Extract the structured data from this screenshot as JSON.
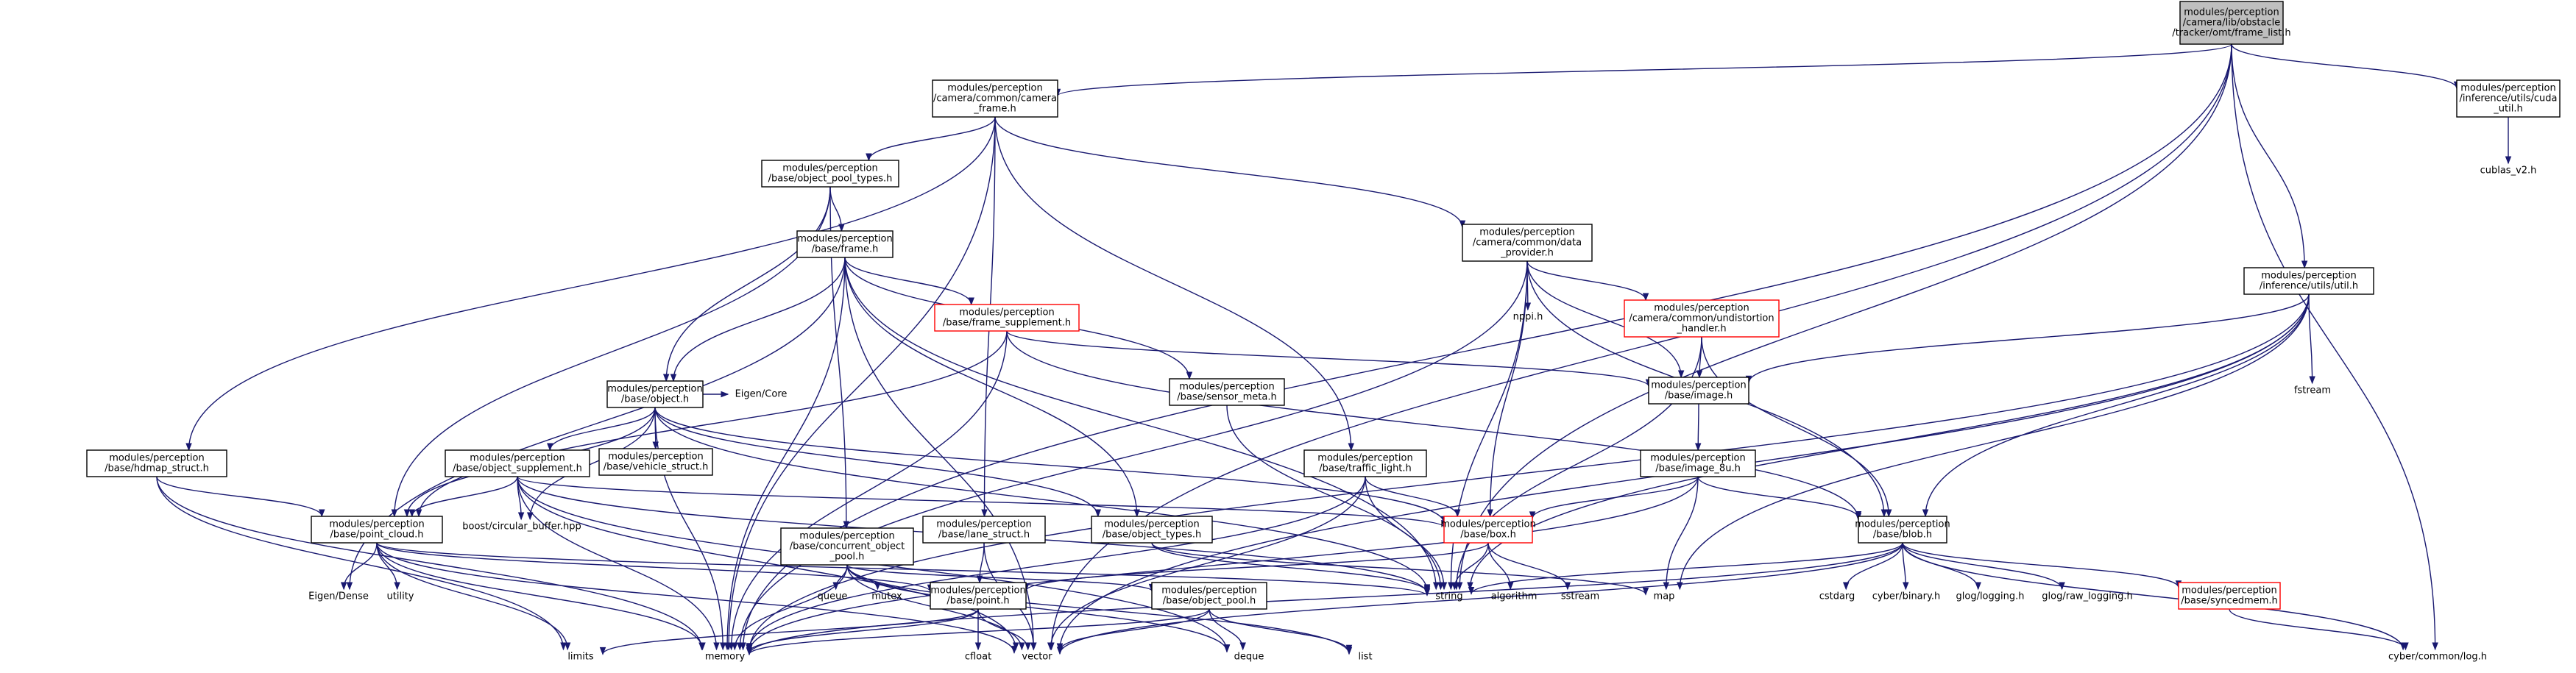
{
  "diagram": {
    "title": "",
    "nodes": [
      {
        "id": "frame_list",
        "lines": [
          "modules/perception",
          "/camera/lib/obstacle",
          "/tracker/omt/frame_list.h"
        ],
        "kind": "root"
      },
      {
        "id": "camera_frame",
        "lines": [
          "modules/perception",
          "/camera/common/camera",
          "_frame.h"
        ],
        "kind": "boxed"
      },
      {
        "id": "cuda_util",
        "lines": [
          "modules/perception",
          "/inference/utils/cuda",
          "_util.h"
        ],
        "kind": "boxed"
      },
      {
        "id": "cublas",
        "lines": [
          "cublas_v2.h"
        ],
        "kind": "leaf"
      },
      {
        "id": "object_pool_types",
        "lines": [
          "modules/perception",
          "/base/object_pool_types.h"
        ],
        "kind": "boxed"
      },
      {
        "id": "frame",
        "lines": [
          "modules/perception",
          "/base/frame.h"
        ],
        "kind": "boxed"
      },
      {
        "id": "data_provider",
        "lines": [
          "modules/perception",
          "/camera/common/data",
          "_provider.h"
        ],
        "kind": "boxed"
      },
      {
        "id": "inference_util",
        "lines": [
          "modules/perception",
          "/inference/utils/util.h"
        ],
        "kind": "boxed"
      },
      {
        "id": "frame_supplement",
        "lines": [
          "modules/perception",
          "/base/frame_supplement.h"
        ],
        "kind": "incomplete"
      },
      {
        "id": "nppi",
        "lines": [
          "nppi.h"
        ],
        "kind": "leaf"
      },
      {
        "id": "undistortion",
        "lines": [
          "modules/perception",
          "/camera/common/undistortion",
          "_handler.h"
        ],
        "kind": "incomplete"
      },
      {
        "id": "image",
        "lines": [
          "modules/perception",
          "/base/image.h"
        ],
        "kind": "boxed"
      },
      {
        "id": "fstream",
        "lines": [
          "fstream"
        ],
        "kind": "leaf"
      },
      {
        "id": "object",
        "lines": [
          "modules/perception",
          "/base/object.h"
        ],
        "kind": "boxed"
      },
      {
        "id": "sensor_meta",
        "lines": [
          "modules/perception",
          "/base/sensor_meta.h"
        ],
        "kind": "boxed"
      },
      {
        "id": "eigen_core",
        "lines": [
          "Eigen/Core"
        ],
        "kind": "leaf"
      },
      {
        "id": "hdmap_struct",
        "lines": [
          "modules/perception",
          "/base/hdmap_struct.h"
        ],
        "kind": "boxed"
      },
      {
        "id": "object_supplement",
        "lines": [
          "modules/perception",
          "/base/object_supplement.h"
        ],
        "kind": "boxed"
      },
      {
        "id": "vehicle_struct",
        "lines": [
          "modules/perception",
          "/base/vehicle_struct.h"
        ],
        "kind": "boxed"
      },
      {
        "id": "traffic_light",
        "lines": [
          "modules/perception",
          "/base/traffic_light.h"
        ],
        "kind": "boxed"
      },
      {
        "id": "image_8u",
        "lines": [
          "modules/perception",
          "/base/image_8u.h"
        ],
        "kind": "boxed"
      },
      {
        "id": "point_cloud",
        "lines": [
          "modules/perception",
          "/base/point_cloud.h"
        ],
        "kind": "boxed"
      },
      {
        "id": "circular_buffer",
        "lines": [
          "boost/circular_buffer.hpp"
        ],
        "kind": "leaf"
      },
      {
        "id": "concurrent_object_pool",
        "lines": [
          "modules/perception",
          "/base/concurrent_object",
          "_pool.h"
        ],
        "kind": "boxed"
      },
      {
        "id": "lane_struct",
        "lines": [
          "modules/perception",
          "/base/lane_struct.h"
        ],
        "kind": "boxed"
      },
      {
        "id": "object_types",
        "lines": [
          "modules/perception",
          "/base/object_types.h"
        ],
        "kind": "boxed"
      },
      {
        "id": "box",
        "lines": [
          "modules/perception",
          "/base/box.h"
        ],
        "kind": "incomplete"
      },
      {
        "id": "blob",
        "lines": [
          "modules/perception",
          "/base/blob.h"
        ],
        "kind": "boxed"
      },
      {
        "id": "eigen_dense",
        "lines": [
          "Eigen/Dense"
        ],
        "kind": "leaf"
      },
      {
        "id": "utility",
        "lines": [
          "utility"
        ],
        "kind": "leaf"
      },
      {
        "id": "queue",
        "lines": [
          "queue"
        ],
        "kind": "leaf"
      },
      {
        "id": "mutex",
        "lines": [
          "mutex"
        ],
        "kind": "leaf"
      },
      {
        "id": "point",
        "lines": [
          "modules/perception",
          "/base/point.h"
        ],
        "kind": "boxed"
      },
      {
        "id": "object_pool",
        "lines": [
          "modules/perception",
          "/base/object_pool.h"
        ],
        "kind": "boxed"
      },
      {
        "id": "string",
        "lines": [
          "string"
        ],
        "kind": "leaf"
      },
      {
        "id": "algorithm",
        "lines": [
          "algorithm"
        ],
        "kind": "leaf"
      },
      {
        "id": "sstream",
        "lines": [
          "sstream"
        ],
        "kind": "leaf"
      },
      {
        "id": "map",
        "lines": [
          "map"
        ],
        "kind": "leaf"
      },
      {
        "id": "cstdarg",
        "lines": [
          "cstdarg"
        ],
        "kind": "leaf"
      },
      {
        "id": "cyber_binary",
        "lines": [
          "cyber/binary.h"
        ],
        "kind": "leaf"
      },
      {
        "id": "glog_logging",
        "lines": [
          "glog/logging.h"
        ],
        "kind": "leaf"
      },
      {
        "id": "glog_raw_logging",
        "lines": [
          "glog/raw_logging.h"
        ],
        "kind": "leaf"
      },
      {
        "id": "syncedmem",
        "lines": [
          "modules/perception",
          "/base/syncedmem.h"
        ],
        "kind": "incomplete"
      },
      {
        "id": "limits",
        "lines": [
          "limits"
        ],
        "kind": "leaf"
      },
      {
        "id": "memory",
        "lines": [
          "memory"
        ],
        "kind": "leaf"
      },
      {
        "id": "cfloat",
        "lines": [
          "cfloat"
        ],
        "kind": "leaf"
      },
      {
        "id": "vector",
        "lines": [
          "vector"
        ],
        "kind": "leaf"
      },
      {
        "id": "deque",
        "lines": [
          "deque"
        ],
        "kind": "leaf"
      },
      {
        "id": "list",
        "lines": [
          "list"
        ],
        "kind": "leaf"
      },
      {
        "id": "cyber_log",
        "lines": [
          "cyber/common/log.h"
        ],
        "kind": "leaf"
      }
    ],
    "edges": [
      [
        "frame_list",
        "camera_frame"
      ],
      [
        "frame_list",
        "cuda_util"
      ],
      [
        "frame_list",
        "inference_util"
      ],
      [
        "frame_list",
        "memory"
      ],
      [
        "frame_list",
        "string"
      ],
      [
        "frame_list",
        "vector"
      ],
      [
        "frame_list",
        "cyber_log"
      ],
      [
        "cuda_util",
        "cublas"
      ],
      [
        "camera_frame",
        "object_pool_types"
      ],
      [
        "camera_frame",
        "data_provider"
      ],
      [
        "camera_frame",
        "hdmap_struct"
      ],
      [
        "camera_frame",
        "memory"
      ],
      [
        "camera_frame",
        "lane_struct"
      ],
      [
        "camera_frame",
        "traffic_light"
      ],
      [
        "object_pool_types",
        "frame"
      ],
      [
        "object_pool_types",
        "object"
      ],
      [
        "object_pool_types",
        "point_cloud"
      ],
      [
        "object_pool_types",
        "concurrent_object_pool"
      ],
      [
        "frame",
        "frame_supplement"
      ],
      [
        "frame",
        "object"
      ],
      [
        "frame",
        "sensor_meta"
      ],
      [
        "frame",
        "object_types"
      ],
      [
        "frame",
        "eigen_dense"
      ],
      [
        "frame",
        "memory"
      ],
      [
        "frame",
        "vector"
      ],
      [
        "frame",
        "string"
      ],
      [
        "frame_supplement",
        "image"
      ],
      [
        "frame_supplement",
        "blob"
      ],
      [
        "frame_supplement",
        "point_cloud"
      ],
      [
        "frame_supplement",
        "memory"
      ],
      [
        "data_provider",
        "undistortion"
      ],
      [
        "data_provider",
        "image"
      ],
      [
        "data_provider",
        "nppi"
      ],
      [
        "data_provider",
        "box"
      ],
      [
        "data_provider",
        "blob"
      ],
      [
        "data_provider",
        "string"
      ],
      [
        "data_provider",
        "memory"
      ],
      [
        "undistortion",
        "image"
      ],
      [
        "undistortion",
        "blob"
      ],
      [
        "undistortion",
        "string"
      ],
      [
        "inference_util",
        "image"
      ],
      [
        "inference_util",
        "blob"
      ],
      [
        "inference_util",
        "fstream"
      ],
      [
        "inference_util",
        "map"
      ],
      [
        "inference_util",
        "string"
      ],
      [
        "inference_util",
        "memory"
      ],
      [
        "inference_util",
        "vector"
      ],
      [
        "image",
        "image_8u"
      ],
      [
        "image_8u",
        "box"
      ],
      [
        "image_8u",
        "blob"
      ],
      [
        "image_8u",
        "map"
      ],
      [
        "image_8u",
        "memory"
      ],
      [
        "object",
        "object_supplement"
      ],
      [
        "object",
        "vehicle_struct"
      ],
      [
        "object",
        "eigen_core"
      ],
      [
        "object",
        "object_types"
      ],
      [
        "object",
        "point_cloud"
      ],
      [
        "object",
        "circular_buffer"
      ],
      [
        "object",
        "box"
      ],
      [
        "object",
        "memory"
      ],
      [
        "object",
        "string"
      ],
      [
        "object_supplement",
        "point_cloud"
      ],
      [
        "object_supplement",
        "circular_buffer"
      ],
      [
        "object_supplement",
        "box"
      ],
      [
        "object_supplement",
        "memory"
      ],
      [
        "object_supplement",
        "vector"
      ],
      [
        "object_supplement",
        "string"
      ],
      [
        "object_supplement",
        "deque"
      ],
      [
        "sensor_meta",
        "string"
      ],
      [
        "hdmap_struct",
        "point_cloud"
      ],
      [
        "hdmap_struct",
        "memory"
      ],
      [
        "hdmap_struct",
        "limits"
      ],
      [
        "traffic_light",
        "box"
      ],
      [
        "traffic_light",
        "string"
      ],
      [
        "traffic_light",
        "memory"
      ],
      [
        "traffic_light",
        "vector"
      ],
      [
        "point_cloud",
        "eigen_dense"
      ],
      [
        "point_cloud",
        "utility"
      ],
      [
        "point_cloud",
        "point"
      ],
      [
        "point_cloud",
        "memory"
      ],
      [
        "point_cloud",
        "limits"
      ],
      [
        "point_cloud",
        "vector"
      ],
      [
        "point_cloud",
        "string"
      ],
      [
        "concurrent_object_pool",
        "object_pool"
      ],
      [
        "concurrent_object_pool",
        "queue"
      ],
      [
        "concurrent_object_pool",
        "mutex"
      ],
      [
        "concurrent_object_pool",
        "memory"
      ],
      [
        "concurrent_object_pool",
        "vector"
      ],
      [
        "concurrent_object_pool",
        "deque"
      ],
      [
        "concurrent_object_pool",
        "list"
      ],
      [
        "lane_struct",
        "point"
      ],
      [
        "lane_struct",
        "vector"
      ],
      [
        "object_types",
        "map"
      ],
      [
        "object_types",
        "string"
      ],
      [
        "box",
        "point"
      ],
      [
        "box",
        "string"
      ],
      [
        "box",
        "algorithm"
      ],
      [
        "box",
        "sstream"
      ],
      [
        "blob",
        "syncedmem"
      ],
      [
        "blob",
        "cstdarg"
      ],
      [
        "blob",
        "cyber_binary"
      ],
      [
        "blob",
        "glog_logging"
      ],
      [
        "blob",
        "glog_raw_logging"
      ],
      [
        "blob",
        "string"
      ],
      [
        "blob",
        "memory"
      ],
      [
        "blob",
        "vector"
      ],
      [
        "blob",
        "cyber_log"
      ],
      [
        "syncedmem",
        "cyber_log"
      ],
      [
        "point",
        "memory"
      ],
      [
        "point",
        "cfloat"
      ],
      [
        "point",
        "limits"
      ],
      [
        "point",
        "vector"
      ],
      [
        "object_pool",
        "memory"
      ],
      [
        "object_pool",
        "deque"
      ],
      [
        "object_pool",
        "list"
      ],
      [
        "object_pool",
        "vector"
      ]
    ]
  }
}
